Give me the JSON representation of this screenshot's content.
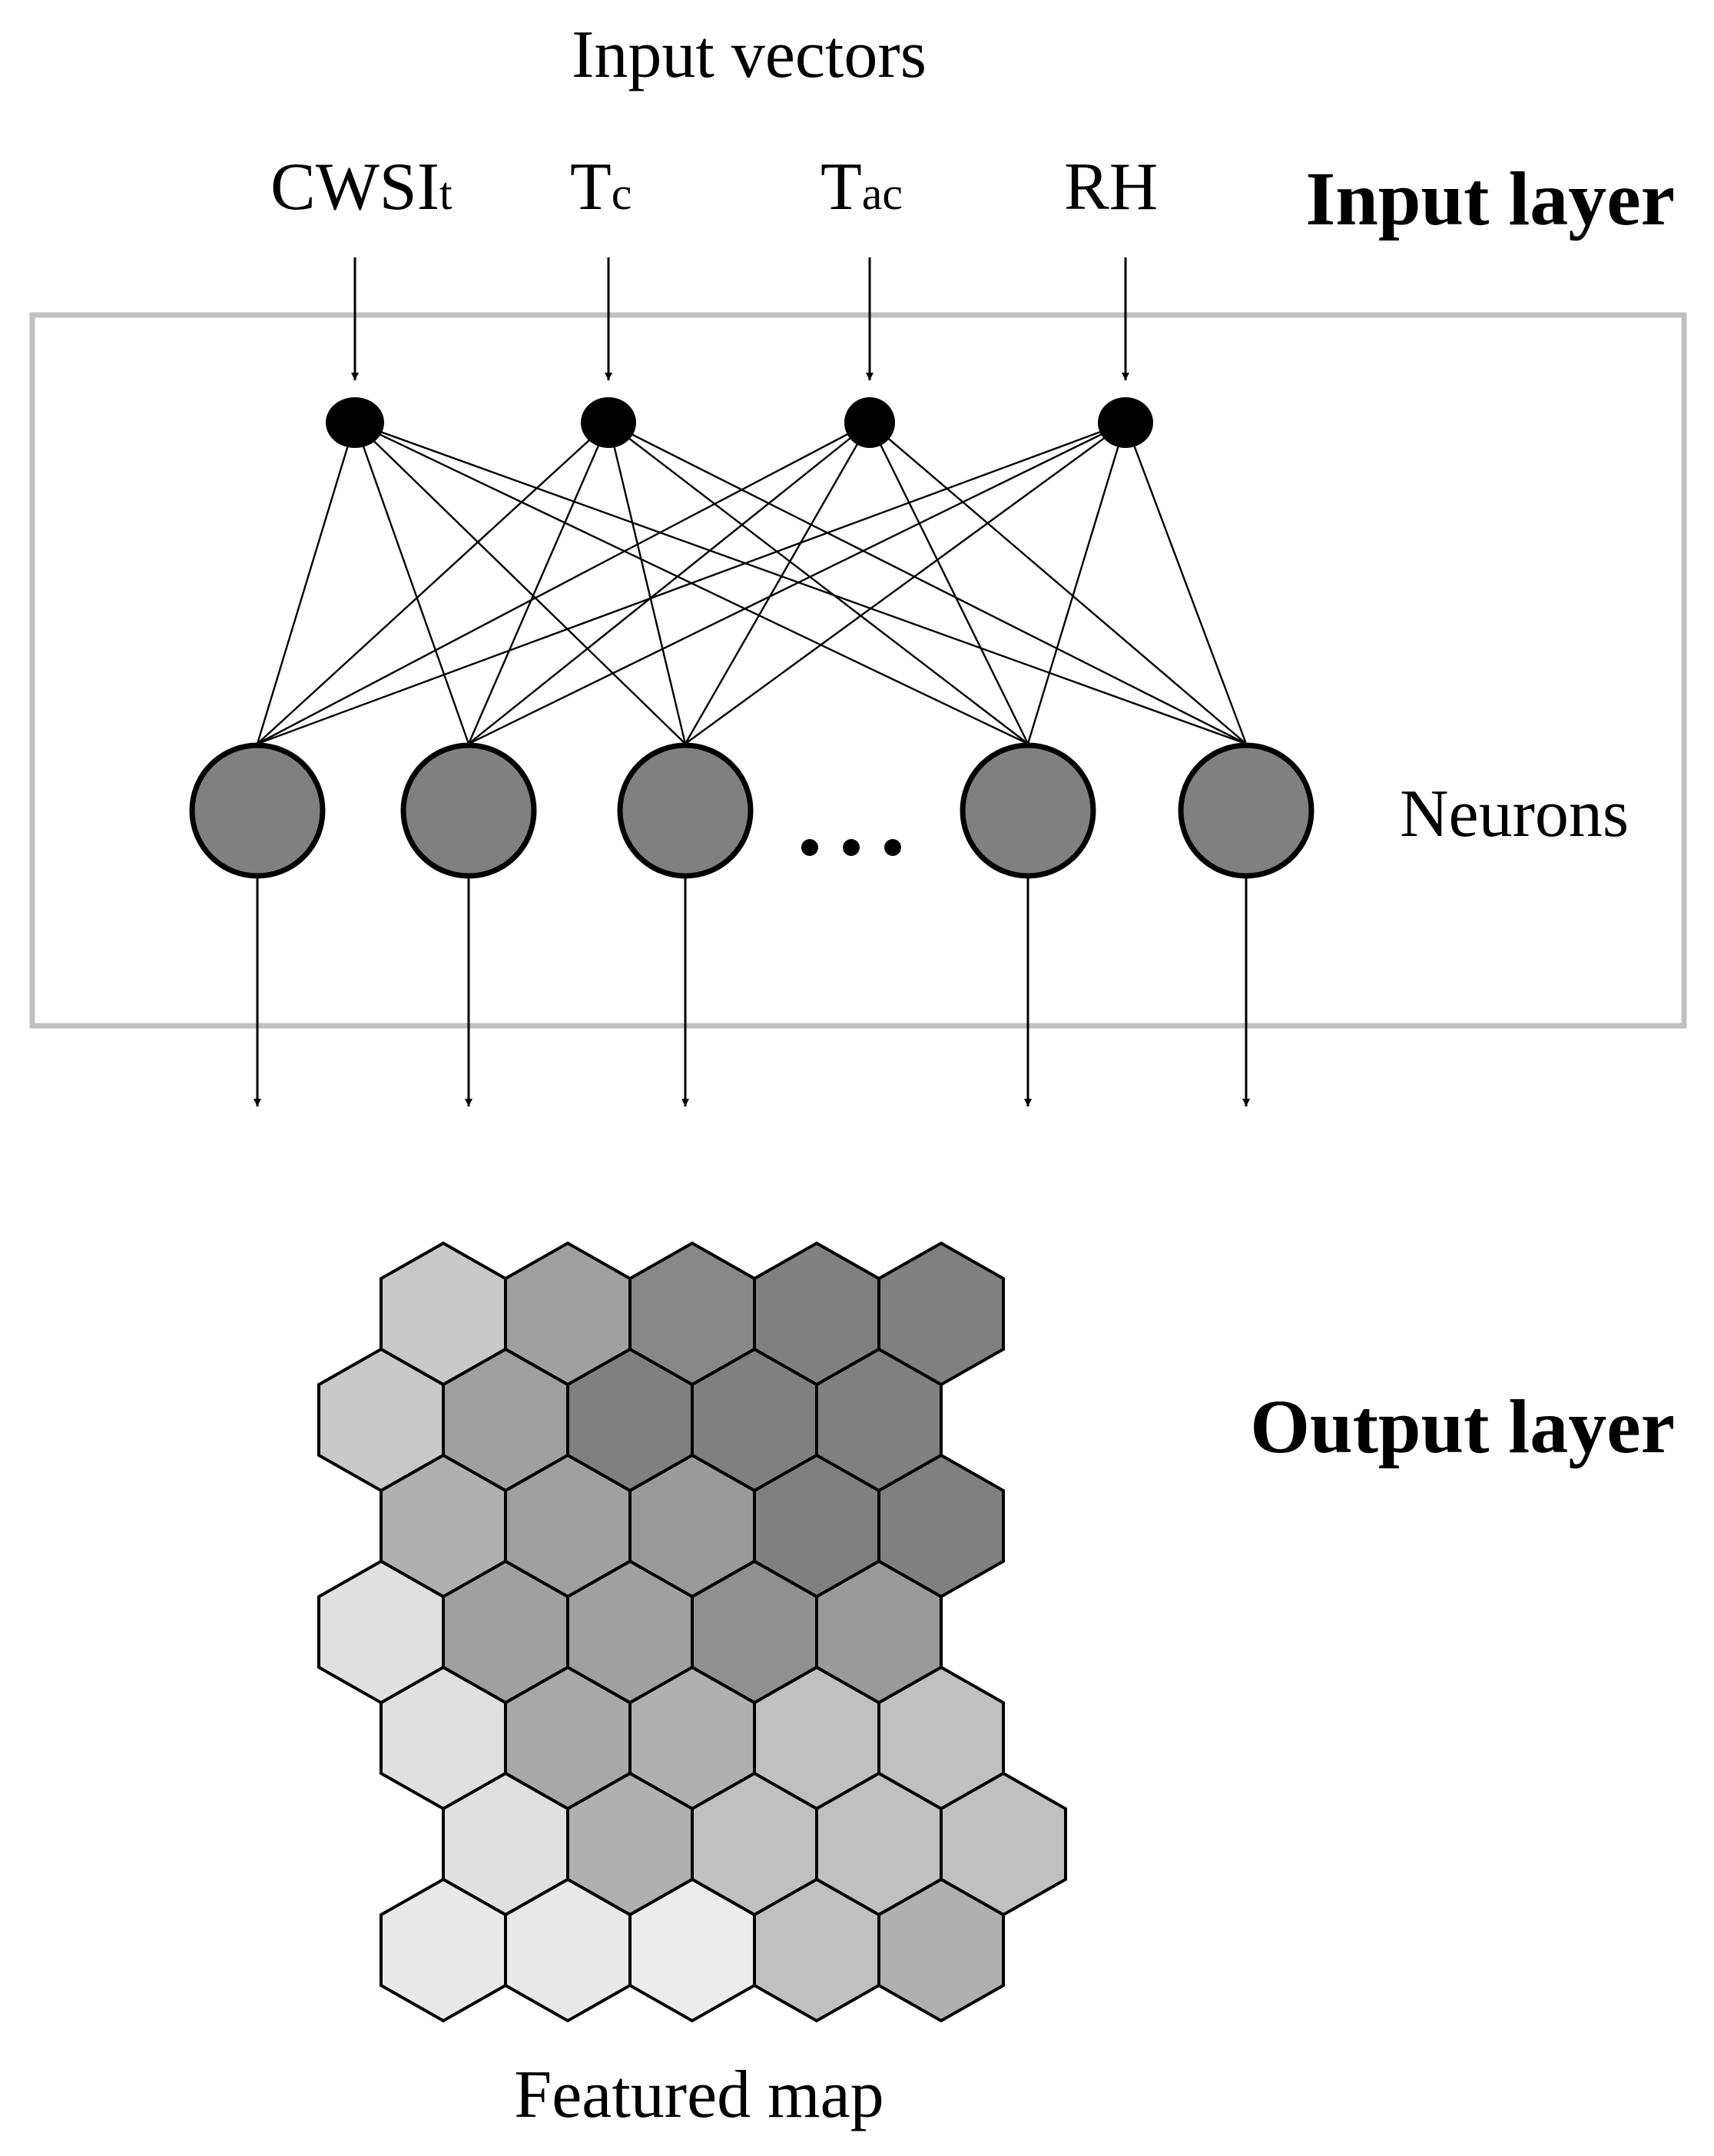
{
  "labels": {
    "input_vectors": "Input vectors",
    "input_layer": "Input layer",
    "neurons": "Neurons",
    "ellipsis": "…",
    "output_layer": "Output layer",
    "featured_map": "Featured map"
  },
  "inputs": [
    {
      "main": "CWSI",
      "sub": "t"
    },
    {
      "main": "T",
      "sub": "c"
    },
    {
      "main": "T",
      "sub": "ac"
    },
    {
      "main": "RH",
      "sub": ""
    }
  ],
  "neuron_count_shown": 5,
  "colors": {
    "input_node": "#000000",
    "neuron_fill": "#808080",
    "box_border": "#c0c0c0",
    "hex_stroke": "#000000"
  },
  "featured_map": {
    "rows": [
      [
        "#c8c8c8",
        "#a0a0a0",
        "#888888",
        "#808080",
        "#808080"
      ],
      [
        "#c8c8c8",
        "#a0a0a0",
        "#808080",
        "#808080",
        "#808080"
      ],
      [
        "#b0b0b0",
        "#a0a0a0",
        "#9a9a9a",
        "#808080",
        "#808080"
      ],
      [
        "#e0e0e0",
        "#a0a0a0",
        "#a0a0a0",
        "#909090",
        "#9a9a9a"
      ],
      [
        "#e0e0e0",
        "#a8a8a8",
        "#b0b0b0",
        "#c0c0c0",
        "#c0c0c0"
      ],
      [
        "#e0e0e0",
        "#b0b0b0",
        "#c0c0c0",
        "#c0c0c0",
        "#c0c0c0"
      ],
      [
        "#e8e8e8",
        "#e8e8e8",
        "#ececec",
        "#c0c0c0",
        "#b0b0b0"
      ]
    ]
  }
}
